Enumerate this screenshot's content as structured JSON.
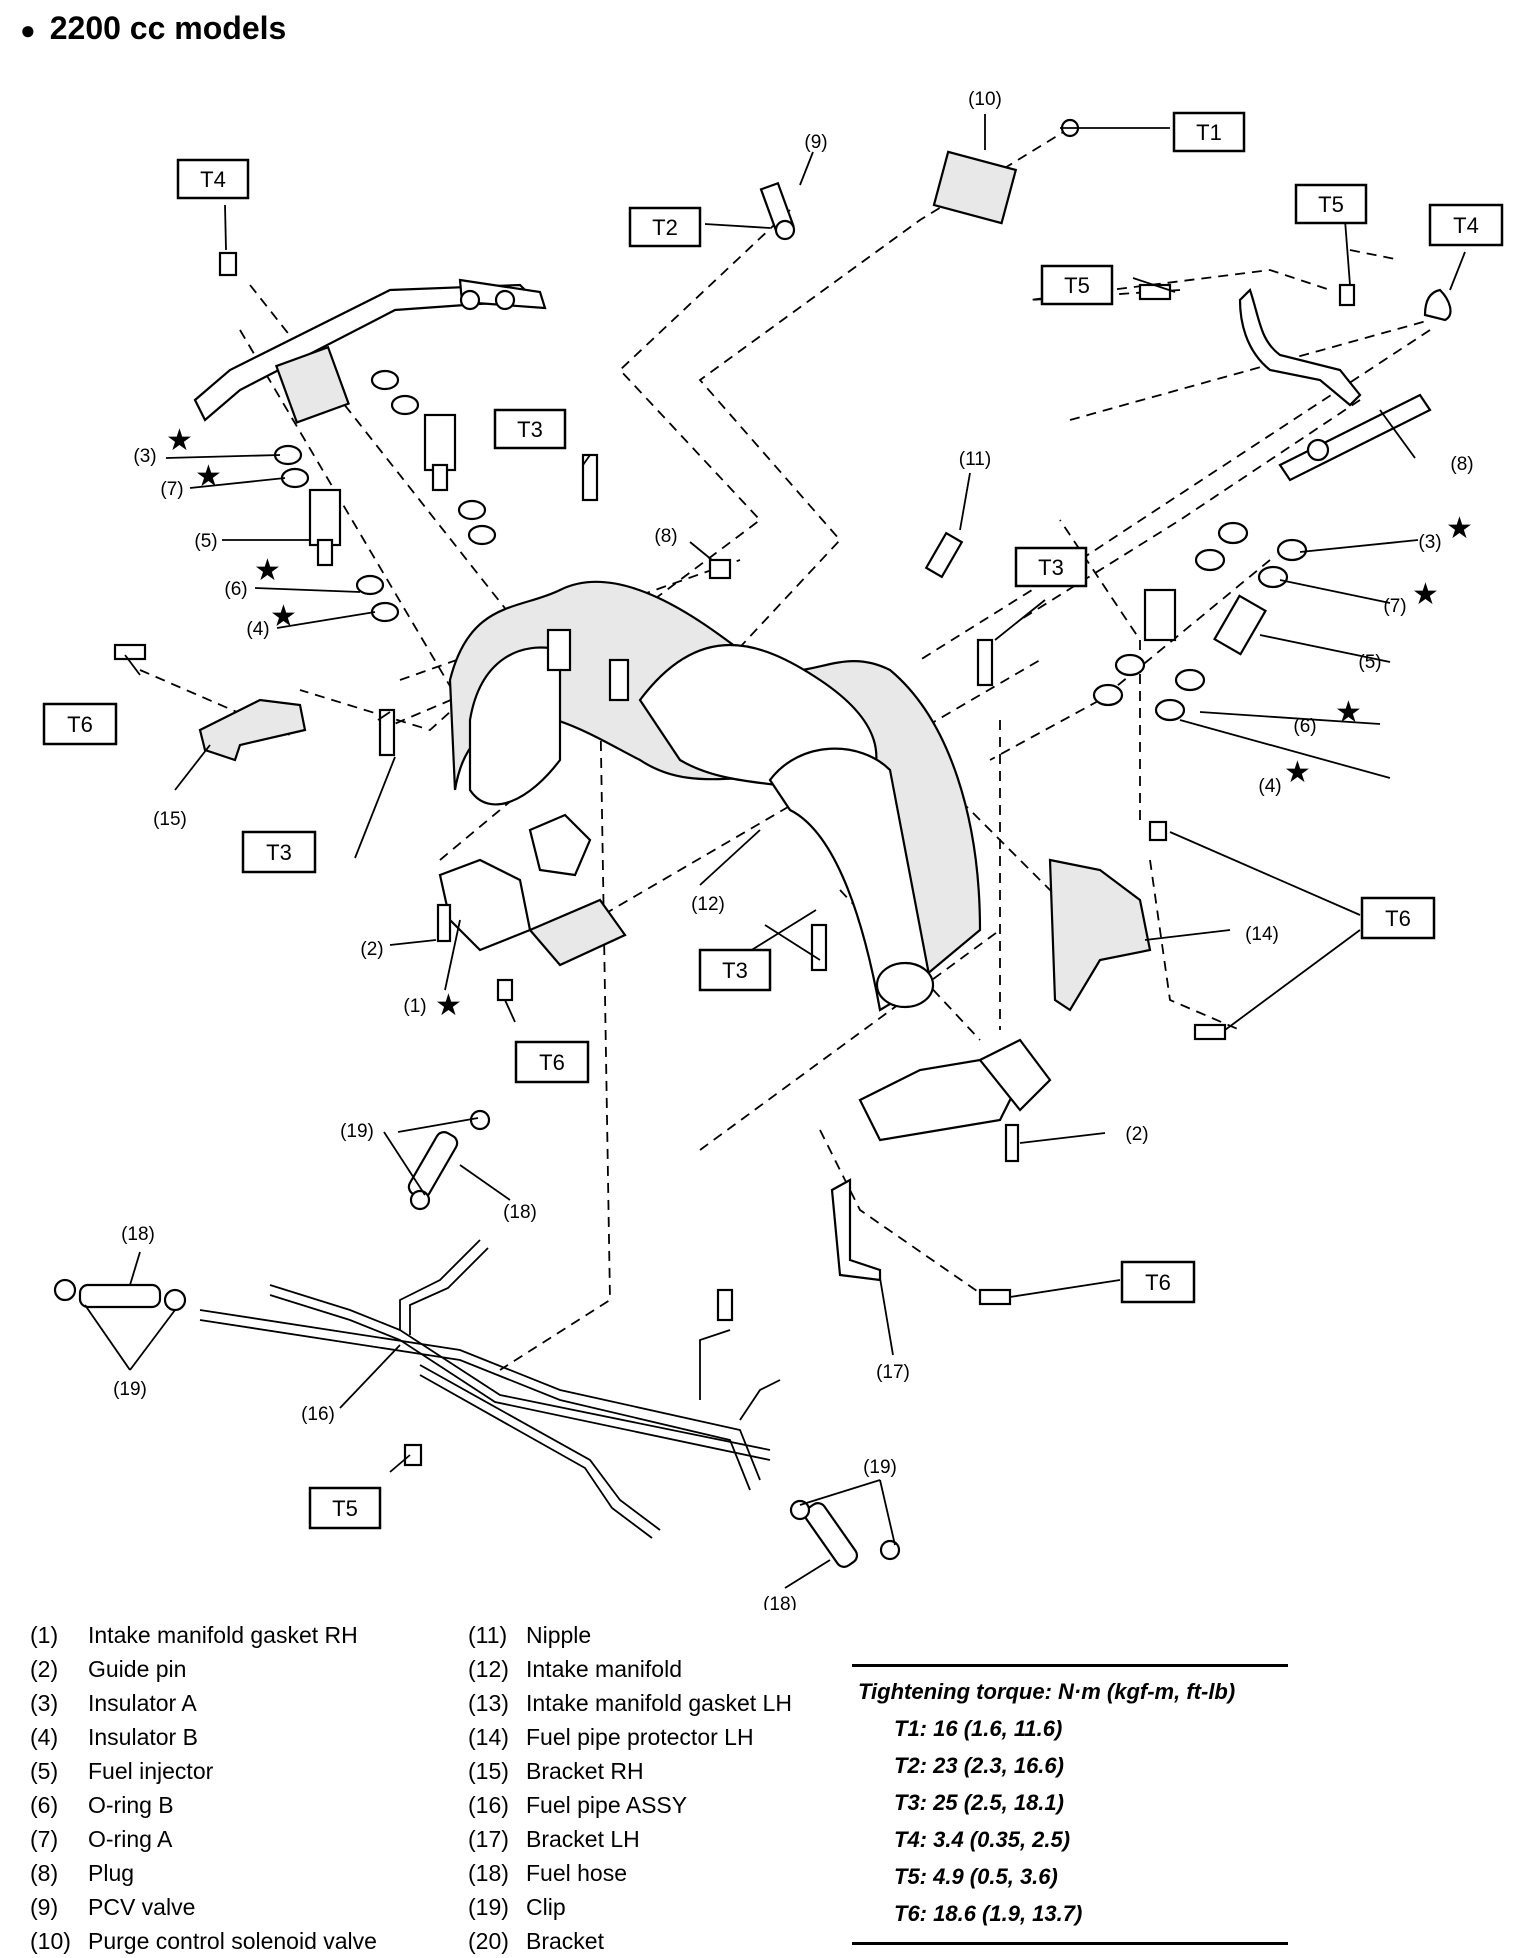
{
  "title": "2200 cc models",
  "torque_labels": {
    "t1": "T1",
    "t2": "T2",
    "t3": "T3",
    "t4": "T4",
    "t5": "T5",
    "t6": "T6"
  },
  "part_numbers": {
    "p1": "(1)",
    "p2": "(2)",
    "p3": "(3)",
    "p4": "(4)",
    "p5": "(5)",
    "p6": "(6)",
    "p7": "(7)",
    "p8": "(8)",
    "p9": "(9)",
    "p10": "(10)",
    "p11": "(11)",
    "p12": "(12)",
    "p14": "(14)",
    "p15": "(15)",
    "p16": "(16)",
    "p17": "(17)",
    "p18": "(18)",
    "p19": "(19)"
  },
  "legend": {
    "left": [
      {
        "num": "(1)",
        "name": "Intake manifold gasket RH"
      },
      {
        "num": "(2)",
        "name": "Guide pin"
      },
      {
        "num": "(3)",
        "name": "Insulator A"
      },
      {
        "num": "(4)",
        "name": "Insulator B"
      },
      {
        "num": "(5)",
        "name": "Fuel injector"
      },
      {
        "num": "(6)",
        "name": "O-ring B"
      },
      {
        "num": "(7)",
        "name": "O-ring A"
      },
      {
        "num": "(8)",
        "name": "Plug"
      },
      {
        "num": "(9)",
        "name": "PCV valve"
      },
      {
        "num": "(10)",
        "name": "Purge control solenoid valve"
      }
    ],
    "right": [
      {
        "num": "(11)",
        "name": "Nipple"
      },
      {
        "num": "(12)",
        "name": "Intake manifold"
      },
      {
        "num": "(13)",
        "name": "Intake manifold gasket LH"
      },
      {
        "num": "(14)",
        "name": "Fuel pipe protector LH"
      },
      {
        "num": "(15)",
        "name": "Bracket RH"
      },
      {
        "num": "(16)",
        "name": "Fuel pipe ASSY"
      },
      {
        "num": "(17)",
        "name": "Bracket LH"
      },
      {
        "num": "(18)",
        "name": "Fuel hose"
      },
      {
        "num": "(19)",
        "name": "Clip"
      },
      {
        "num": "(20)",
        "name": "Bracket"
      }
    ]
  },
  "torque_table": {
    "header": "Tightening torque: N·m (kgf-m, ft-lb)",
    "rows": [
      "T1: 16 (1.6, 11.6)",
      "T2: 23 (2.3, 16.6)",
      "T3: 25 (2.5, 18.1)",
      "T4: 3.4 (0.35, 2.5)",
      "T5: 4.9 (0.5, 3.6)",
      "T6: 18.6 (1.9, 13.7)"
    ]
  }
}
